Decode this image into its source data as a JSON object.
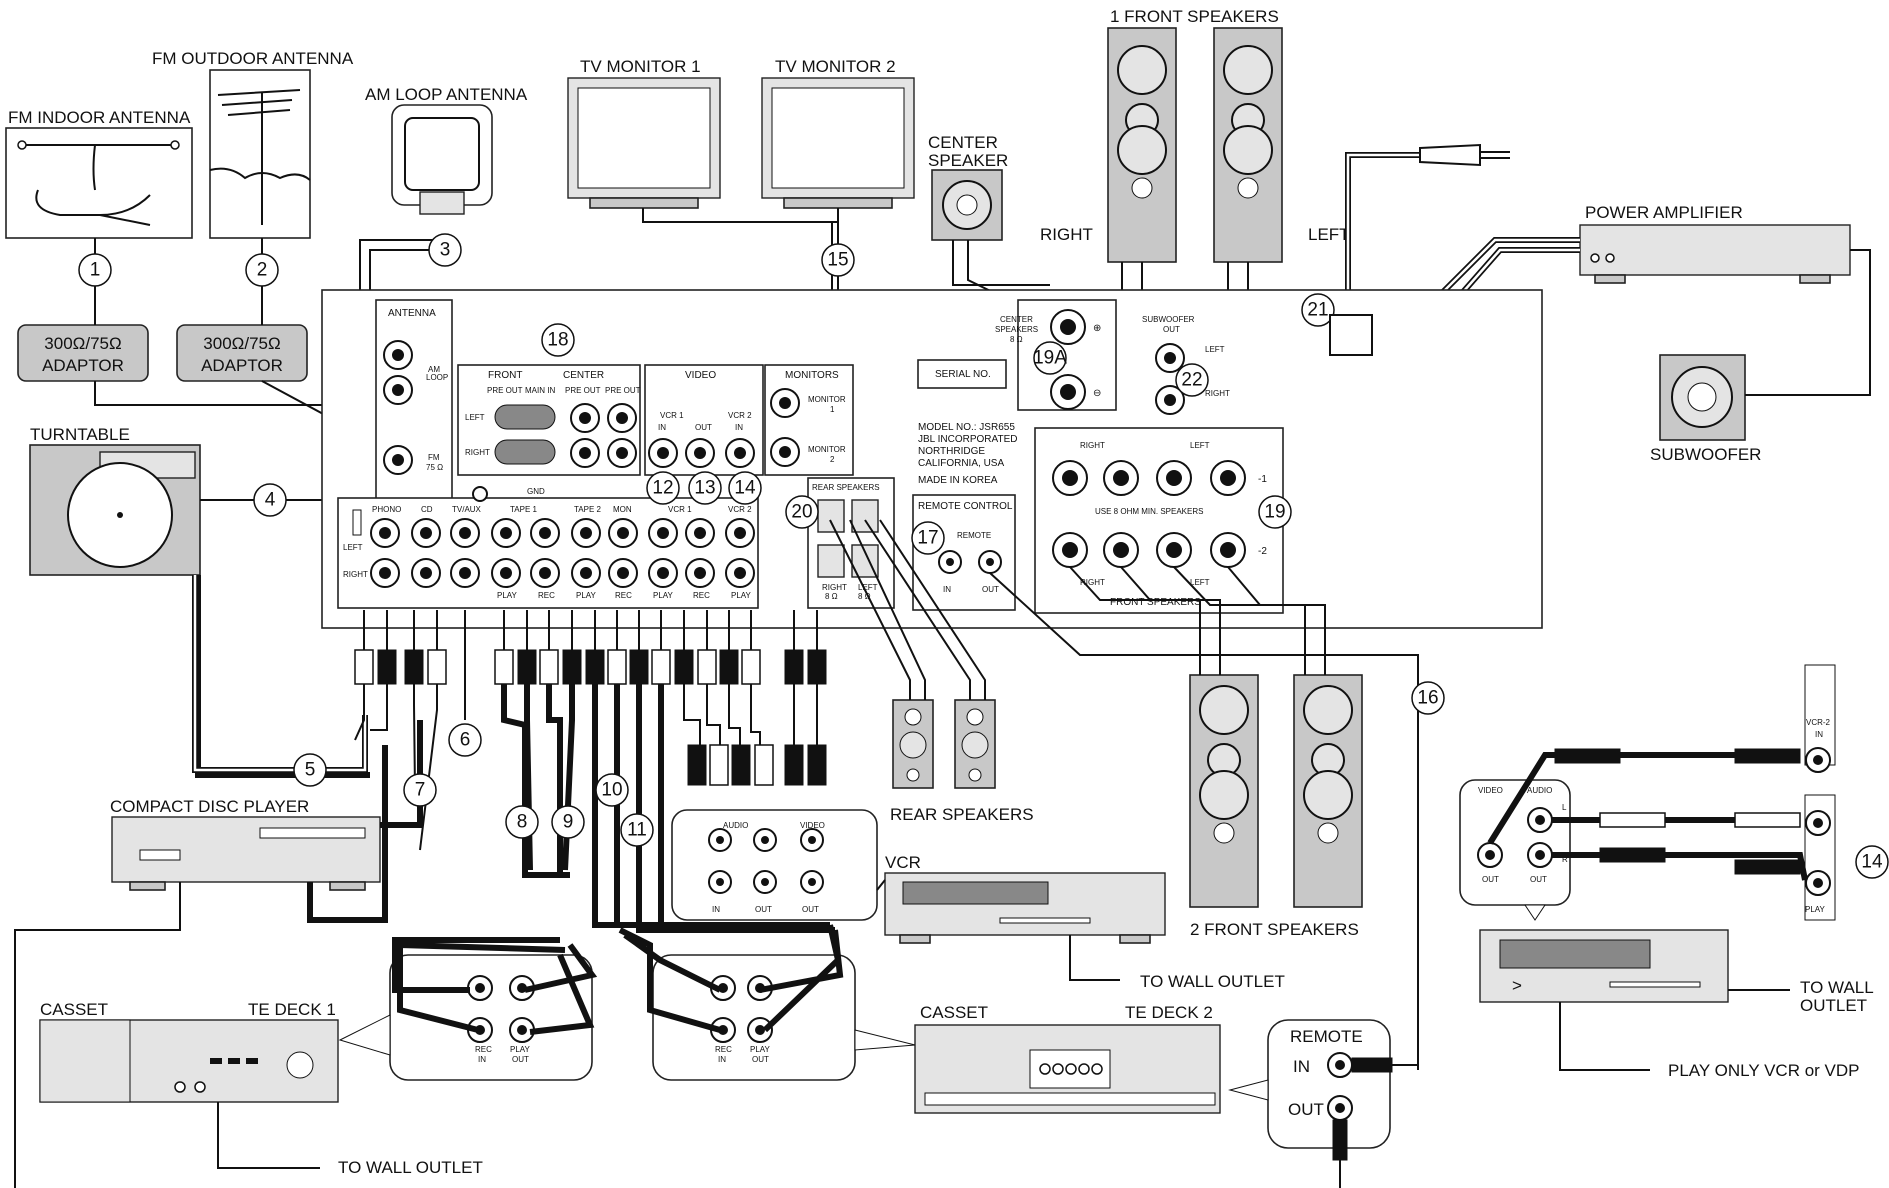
{
  "labels": {
    "fm_indoor": "FM INDOOR ANTENNA",
    "fm_outdoor": "FM OUTDOOR ANTENNA",
    "am_loop": "AM LOOP ANTENNA",
    "tv1": "TV MONITOR 1",
    "tv2": "TV MONITOR 2",
    "center_speaker_1": "CENTER",
    "center_speaker_2": "SPEAKER",
    "front_speakers_1": "1 FRONT SPEAKERS",
    "right": "RIGHT",
    "left": "LEFT",
    "power_amp": "POWER AMPLIFIER",
    "subwoofer": "SUBWOOFER",
    "adaptor_1a": "300Ω/75Ω",
    "adaptor_1b": "ADAPTOR",
    "adaptor_2a": "300Ω/75Ω",
    "adaptor_2b": "ADAPTOR",
    "turntable": "TURNTABLE",
    "compact_disc": "COMPACT DISC PLAYER",
    "rear_speakers": "REAR SPEAKERS",
    "vcr": "VCR",
    "to_wall_outlet_1": "TO WALL OUTLET",
    "to_wall_outlet_2": "TO WALL OUTLET",
    "to_wall_outlet_3a": "TO WALL",
    "to_wall_outlet_3b": "OUTLET",
    "front_speakers_2": "2 FRONT SPEAKERS",
    "casset_1": "CASSET",
    "te_deck_1": "TE DECK 1",
    "casset_2": "CASSET",
    "te_deck_2": "TE DECK 2",
    "remote": "REMOTE",
    "remote_in": "IN",
    "remote_out": "OUT",
    "play_only": "PLAY ONLY VCR or VDP"
  },
  "panel": {
    "antenna": "ANTENNA",
    "am_loop_a": "AM",
    "am_loop_b": "LOOP",
    "fm_a": "FM",
    "fm_b": "75 Ω",
    "front": "FRONT",
    "center": "CENTER",
    "pre_out_1": "PRE OUT",
    "main_in": "MAIN IN",
    "pre_out_2": "PRE OUT",
    "pre_out_3": "PRE OUT",
    "left": "LEFT",
    "right": "RIGHT",
    "video": "VIDEO",
    "vcr1": "VCR 1",
    "vcr2": "VCR 2",
    "in": "IN",
    "out": "OUT",
    "monitors": "MONITORS",
    "monitor_1a": "MONITOR",
    "monitor_1b": "1",
    "monitor_2a": "MONITOR",
    "monitor_2b": "2",
    "serial": "SERIAL NO.",
    "model_1": "MODEL NO.: JSR655",
    "model_2": "JBL INCORPORATED",
    "model_3": "NORTHRIDGE",
    "model_4": "CALIFORNIA, USA",
    "made_in": "MADE IN KOREA",
    "center_speakers_a": "CENTER",
    "center_speakers_b": "SPEAKERS",
    "center_speakers_c": "8 Ω",
    "subwoofer_out_a": "SUBWOOFER",
    "subwoofer_out_b": "OUT",
    "sw_left": "LEFT",
    "sw_right": "RIGHT",
    "gnd": "GND",
    "phono": "PHONO",
    "cd": "CD",
    "tv_aux": "TV/AUX",
    "tape1": "TAPE 1",
    "tape2": "TAPE 2",
    "mon": "MON",
    "vcr1_b": "VCR 1",
    "vcr2_b": "VCR 2",
    "play": "PLAY",
    "rec": "REC",
    "rear_speakers": "REAR SPEAKERS",
    "rear_right_a": "RIGHT",
    "rear_right_b": "8 Ω",
    "rear_left_a": "LEFT",
    "rear_left_b": "8 Ω",
    "remote_control": "REMOTE CONTROL",
    "remote": "REMOTE",
    "use_8ohm": "USE 8 OHM MIN. SPEAKERS",
    "front_speakers": "FRONT SPEAKERS",
    "minus1": "-1",
    "minus2": "-2",
    "audio": "AUDIO",
    "video_s": "VIDEO",
    "vcr2_in_a": "VCR-2",
    "vcr2_in_b": "IN",
    "rec_in_a": "REC",
    "rec_in_b": "IN",
    "play_out_a": "PLAY",
    "play_out_b": "OUT",
    "l": "L",
    "r": "R"
  },
  "numbers": [
    "1",
    "2",
    "3",
    "4",
    "5",
    "6",
    "7",
    "8",
    "9",
    "10",
    "11",
    "12",
    "13",
    "14",
    "15",
    "16",
    "17",
    "18",
    "19",
    "19A",
    "20",
    "21",
    "22",
    "14"
  ]
}
